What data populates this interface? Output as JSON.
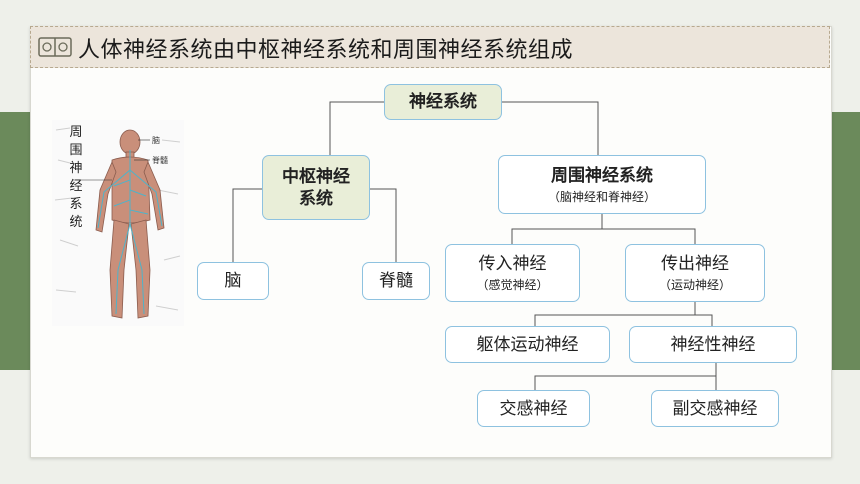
{
  "title": "人体神经系统由中枢神经系统和周围神经系统组成",
  "figure": {
    "vertical_label": "周围神经系统",
    "tag_brain": "脑",
    "tag_spinal": "脊髓"
  },
  "nodes": {
    "root": "神经系统",
    "central": "中枢神经系统",
    "central_line1": "中枢神经",
    "central_line2": "系统",
    "peripheral": "周围神经系统",
    "peripheral_sub": "（脑神经和脊神经）",
    "brain": "脑",
    "spinal_cord": "脊髓",
    "afferent": "传入神经",
    "afferent_sub": "（感觉神经）",
    "efferent": "传出神经",
    "efferent_sub": "（运动神经）",
    "somatic_motor": "躯体运动神经",
    "autonomic": "神经性神经",
    "sympathetic": "交感神经",
    "parasympathetic": "副交感神经"
  },
  "colors": {
    "band": "#6b8a5b",
    "node_fill_green": "#e9eed8",
    "node_border": "#8ec2e0",
    "title_bg": "#ece5db"
  }
}
